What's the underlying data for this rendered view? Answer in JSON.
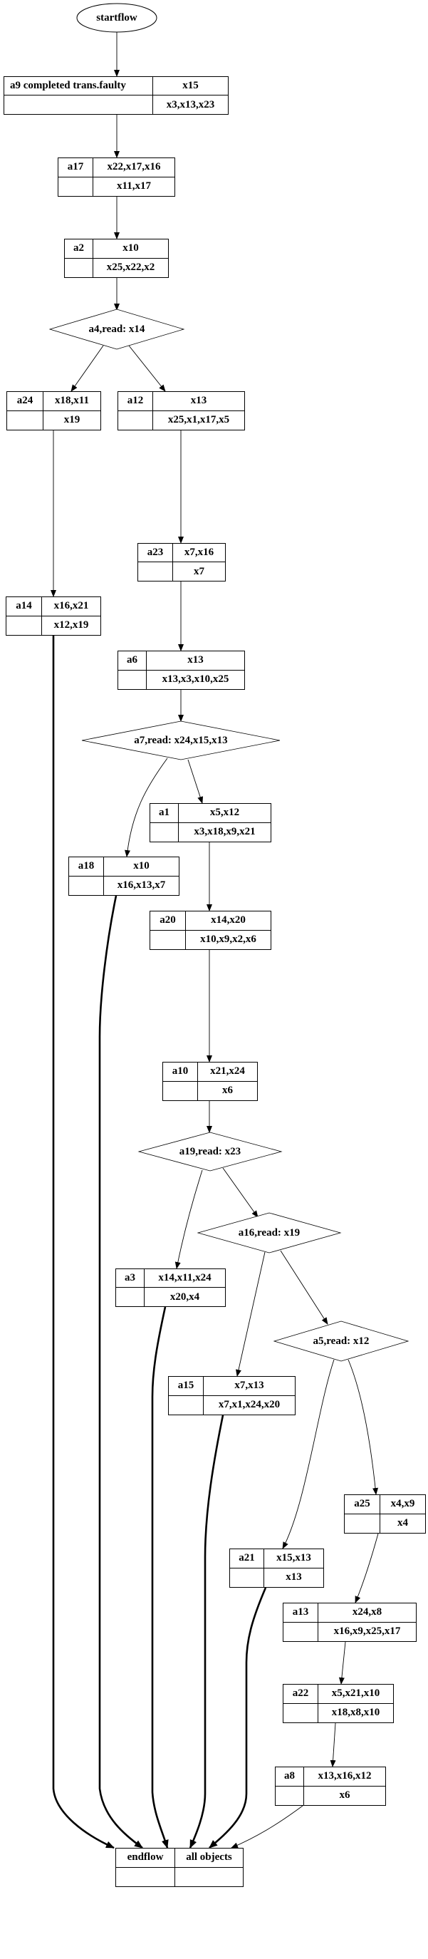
{
  "start": {
    "label": "startflow"
  },
  "actions": [
    {
      "name": "a9  completed trans.faulty",
      "top": "x15",
      "bottom": "x3,x13,x23"
    },
    {
      "name": "a17",
      "top": "x22,x17,x16",
      "bottom": "x11,x17"
    },
    {
      "name": "a2",
      "top": "x10",
      "bottom": "x25,x22,x2"
    },
    {
      "name": "a24",
      "top": "x18,x11",
      "bottom": "x19"
    },
    {
      "name": "a12",
      "top": "x13",
      "bottom": "x25,x1,x17,x5"
    },
    {
      "name": "a23",
      "top": "x7,x16",
      "bottom": "x7"
    },
    {
      "name": "a14",
      "top": "x16,x21",
      "bottom": "x12,x19"
    },
    {
      "name": "a6",
      "top": "x13",
      "bottom": "x13,x3,x10,x25"
    },
    {
      "name": "a1",
      "top": "x5,x12",
      "bottom": "x3,x18,x9,x21"
    },
    {
      "name": "a18",
      "top": "x10",
      "bottom": "x16,x13,x7"
    },
    {
      "name": "a20",
      "top": "x14,x20",
      "bottom": "x10,x9,x2,x6"
    },
    {
      "name": "a10",
      "top": "x21,x24",
      "bottom": "x6"
    },
    {
      "name": "a3",
      "top": "x14,x11,x24",
      "bottom": "x20,x4"
    },
    {
      "name": "a15",
      "top": "x7,x13",
      "bottom": "x7,x1,x24,x20"
    },
    {
      "name": "a25",
      "top": "x4,x9",
      "bottom": "x4"
    },
    {
      "name": "a21",
      "top": "x15,x13",
      "bottom": "x13"
    },
    {
      "name": "a13",
      "top": "x24,x8",
      "bottom": "x16,x9,x25,x17"
    },
    {
      "name": "a22",
      "top": "x5,x21,x10",
      "bottom": "x18,x8,x10"
    },
    {
      "name": "a8",
      "top": "x13,x16,x12",
      "bottom": "x6"
    }
  ],
  "decisions": [
    {
      "label": "a4,read: x14"
    },
    {
      "label": "a7,read: x24,x15,x13"
    },
    {
      "label": "a19,read: x23"
    },
    {
      "label": "a16,read: x19"
    },
    {
      "label": "a5,read: x12"
    }
  ],
  "end": {
    "left": "endflow",
    "right": "all objects"
  }
}
